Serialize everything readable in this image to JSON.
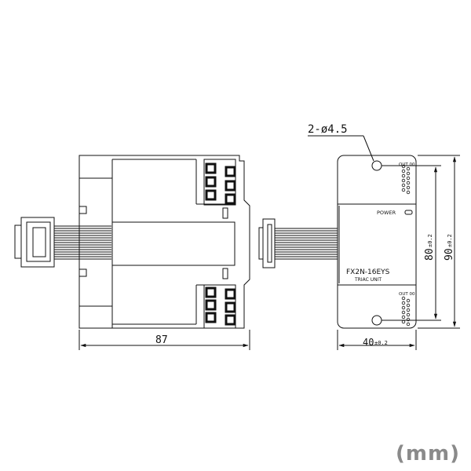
{
  "labels": {
    "hole_callout": "2-ø4.5",
    "width_left": "87",
    "width_right": "40",
    "width_right_tol": "±0.2",
    "height_inner": "80",
    "height_inner_tol": "±0.2",
    "height_outer": "90",
    "height_outer_tol": "±0.2",
    "power": "POWER",
    "model": "FX2N-16EYS",
    "unit_type": "TRIAC UNIT",
    "out_top": "OUT 00",
    "out_bottom": "OUT 00",
    "units": "(mm)"
  }
}
